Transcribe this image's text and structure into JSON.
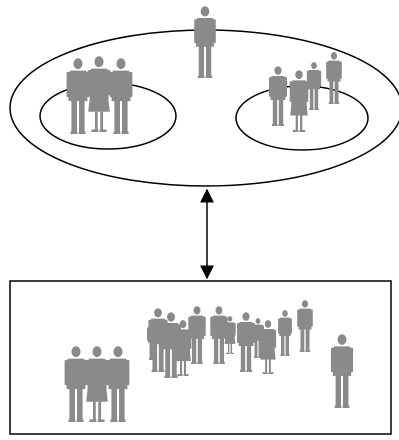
{
  "colors": {
    "background": "#ffffff",
    "stroke": "#000000",
    "figure": "#8a8a8a"
  },
  "diagram": {
    "top_group": {
      "outer_ellipse": {
        "left_subgroup": {
          "figure_count": 3
        },
        "right_subgroup": {
          "figure_count": 4
        }
      },
      "standalone_figure_count": 1
    },
    "connector": {
      "type": "double-headed-arrow"
    },
    "bottom_box": {
      "figure_count": 16
    }
  }
}
